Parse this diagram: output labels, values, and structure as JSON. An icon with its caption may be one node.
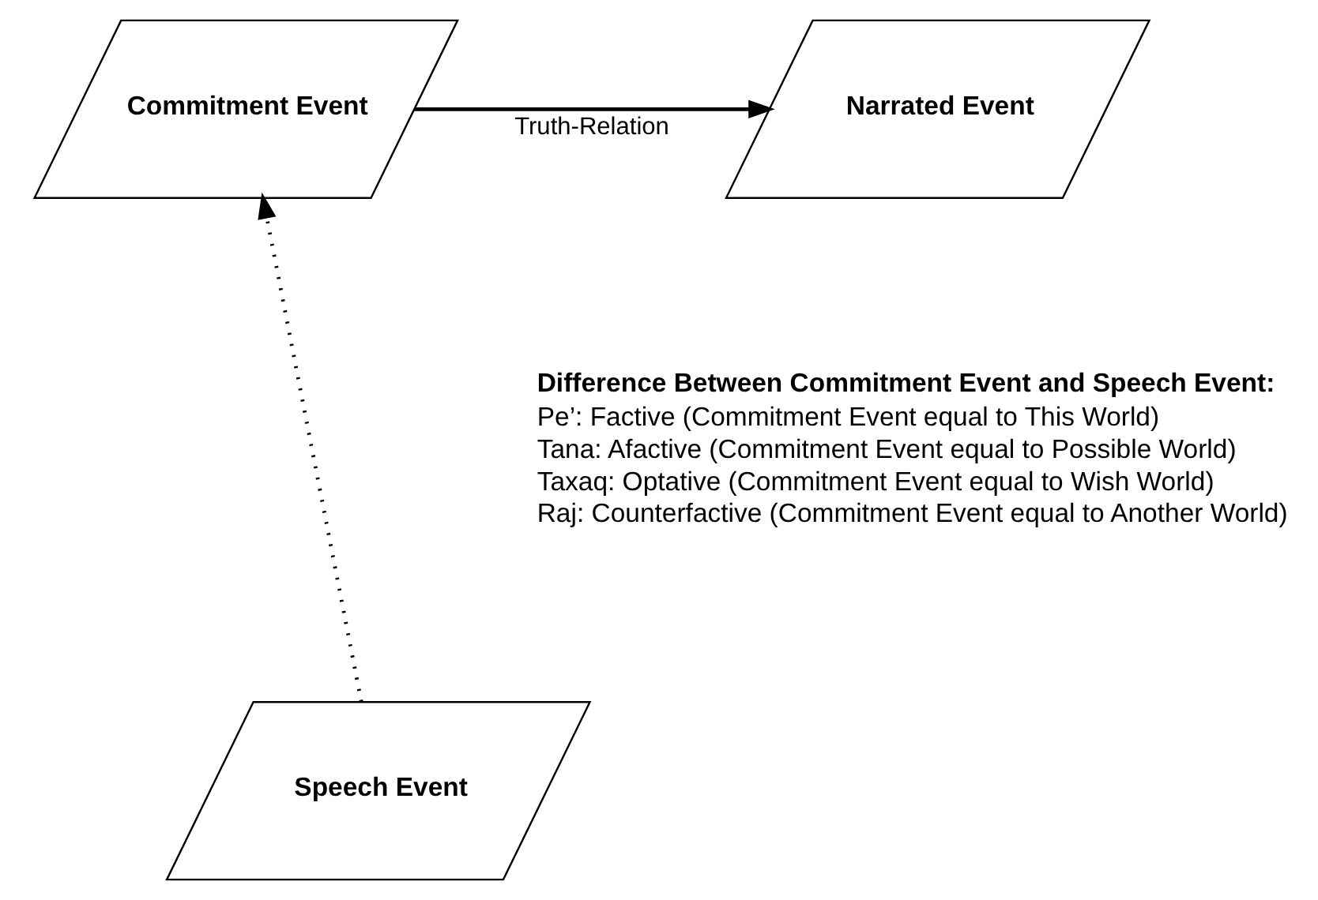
{
  "diagram": {
    "nodes": [
      {
        "text": [
          "Commitment Event"
        ]
      },
      {
        "text": [
          "Narrated Event"
        ]
      },
      {
        "text": [
          "Speech Event"
        ]
      }
    ],
    "edges": [
      {
        "from": 0,
        "to": 1,
        "arrow": "to",
        "label": "Truth-Relation"
      },
      {
        "from": 2,
        "to": 0,
        "arrow": "to",
        "style": "dashed"
      }
    ],
    "labels": [
      "Difference Between Commitment Event and Speech Event:",
      "Pe’: Factive (Commitment Event equal to This World)",
      "Tana: Afactive (Commitment Event equal to Possible World)",
      "Taxaq: Optative (Commitment Event equal to Wish World)",
      "Raj: Counterfactive (Commitment Event equal to Another World)"
    ]
  }
}
